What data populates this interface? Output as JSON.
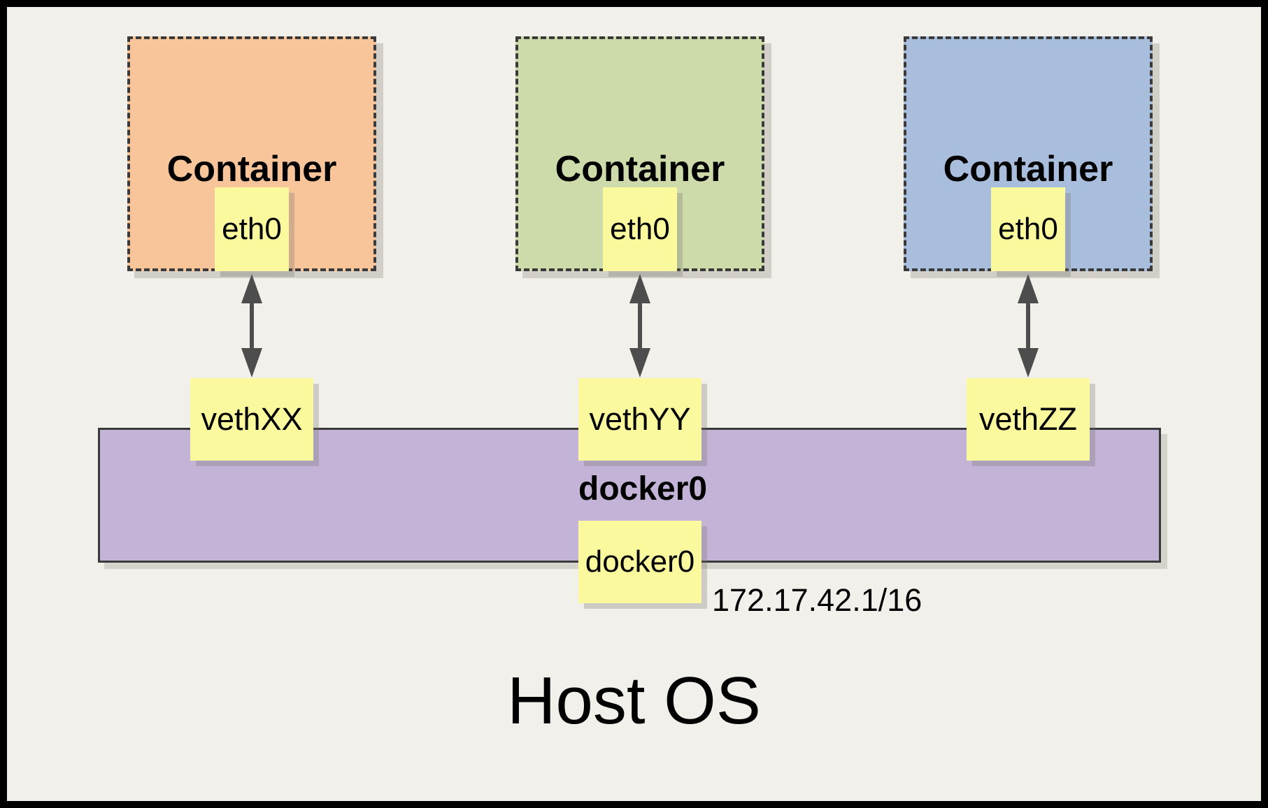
{
  "canvas": {
    "background": "#f2f0ea",
    "frame_color": "#000000"
  },
  "containers": [
    {
      "label": "Container",
      "interface_label": "eth0",
      "veth_label": "vethXX",
      "fill": "#f8c59b"
    },
    {
      "label": "Container",
      "interface_label": "eth0",
      "veth_label": "vethYY",
      "fill": "#cddbab"
    },
    {
      "label": "Container",
      "interface_label": "eth0",
      "veth_label": "vethZZ",
      "fill": "#a9bedd"
    }
  ],
  "bridge": {
    "label": "docker0",
    "interface_label": "docker0",
    "ip_address": "172.17.42.1/16",
    "fill": "#c3b4d7"
  },
  "host": {
    "label": "Host OS"
  },
  "accents": {
    "note_yellow": "#fbf99d",
    "line_dark": "#3a3a3a",
    "arrow_color": "#4d4d4d"
  }
}
